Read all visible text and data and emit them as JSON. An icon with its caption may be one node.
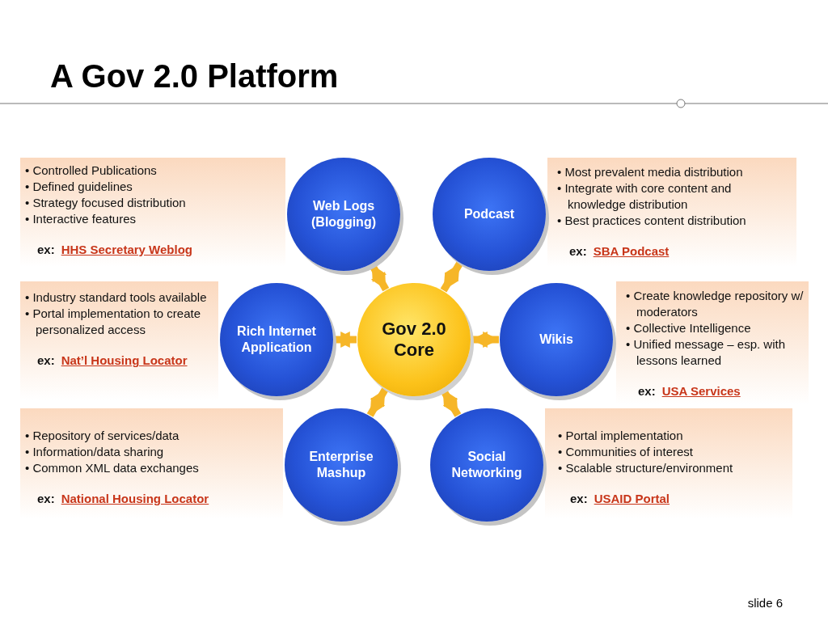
{
  "diagram": {
    "title": "A Gov 2.0 Platform",
    "nodes": [
      {
        "text": [
          "• Controlled Publications",
          "• Defined guidelines",
          "• Strategy focused distribution",
          "• Interactive features",
          "ex:",
          "HHS Secretary Weblog"
        ]
      },
      {
        "text": [
          "Web Logs (Blogging)"
        ]
      },
      {
        "text": [
          "Podcast"
        ]
      },
      {
        "text": [
          "• Most prevalent media distribution",
          "• Integrate with core content and knowledge distribution",
          "• Best practices content distribution",
          "ex:",
          "SBA Podcast"
        ]
      },
      {
        "text": [
          "• Industry standard tools available",
          "• Portal implementation to create personalized access",
          "ex:",
          "Nat’l Housing Locator"
        ]
      },
      {
        "text": [
          "Rich Internet Application"
        ]
      },
      {
        "text": [
          "Gov 2.0 Core"
        ]
      },
      {
        "text": [
          "Wikis"
        ]
      },
      {
        "text": [
          "• Create knowledge repository w/ moderators",
          "• Collective Intelligence",
          "• Unified message – esp. with lessons learned",
          "ex:",
          "USA Services"
        ]
      },
      {
        "text": [
          "• Repository of services/data",
          "• Information/data sharing",
          "• Common XML data exchanges",
          "ex:",
          "National Housing Locator"
        ]
      },
      {
        "text": [
          "Enterprise Mashup"
        ]
      },
      {
        "text": [
          "Social Networking"
        ]
      },
      {
        "text": [
          "• Portal implementation",
          "• Communities of interest",
          "• Scalable structure/environment",
          "ex:",
          "USAID Portal"
        ]
      }
    ],
    "edges": [
      {
        "from": 6,
        "to": 1,
        "arrow": "both"
      },
      {
        "from": 6,
        "to": 2,
        "arrow": "both"
      },
      {
        "from": 6,
        "to": 5,
        "arrow": "both"
      },
      {
        "from": 6,
        "to": 7,
        "arrow": "both"
      },
      {
        "from": 6,
        "to": 10,
        "arrow": "both"
      },
      {
        "from": 6,
        "to": 11,
        "arrow": "both"
      }
    ],
    "labels": [
      "slide 6"
    ]
  }
}
